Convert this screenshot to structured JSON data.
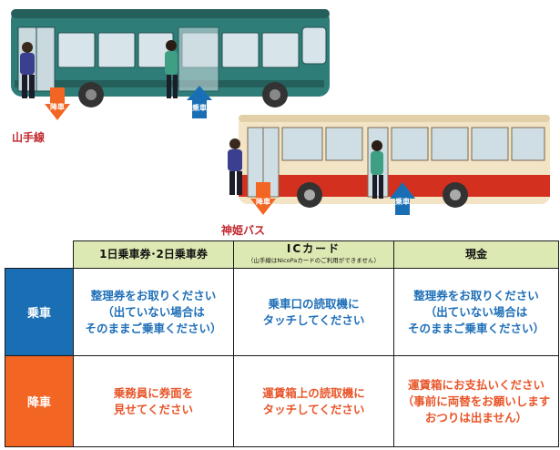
{
  "scene": {
    "bus1_label": "山手線",
    "bus2_label": "神姫バス",
    "board_tag": "乗車",
    "alight_tag": "降車"
  },
  "table": {
    "columns": [
      {
        "title": "1日乗車券･2日乗車券"
      },
      {
        "title": "ICカード",
        "note": "（山手線はNicoPaカードのご利用ができません）"
      },
      {
        "title": "現金"
      }
    ],
    "rows": [
      {
        "label": "乗車",
        "cells": [
          [
            "整理券をお取りください",
            "（出ていない場合は",
            "そのままご乗車ください）"
          ],
          [
            "乗車口の読取機に",
            "タッチしてください"
          ],
          [
            "整理券をお取りください",
            "（出ていない場合は",
            "そのままご乗車ください）"
          ]
        ]
      },
      {
        "label": "降車",
        "cells": [
          [
            "乗務員に券面を",
            "見せてください"
          ],
          [
            "運賃箱上の読取機に",
            "タッチしてください"
          ],
          [
            "運賃箱にお支払いください",
            "（事前に両替をお願いします",
            "おつりは出ません）"
          ]
        ]
      }
    ]
  },
  "colors": {
    "board": "#1a6fb4",
    "alight": "#f26522",
    "header_bg": "#dde9b3",
    "bus1_body": "#2f7d78",
    "bus2_body": "#f3e4c6",
    "bus2_stripe": "#d4301f"
  }
}
